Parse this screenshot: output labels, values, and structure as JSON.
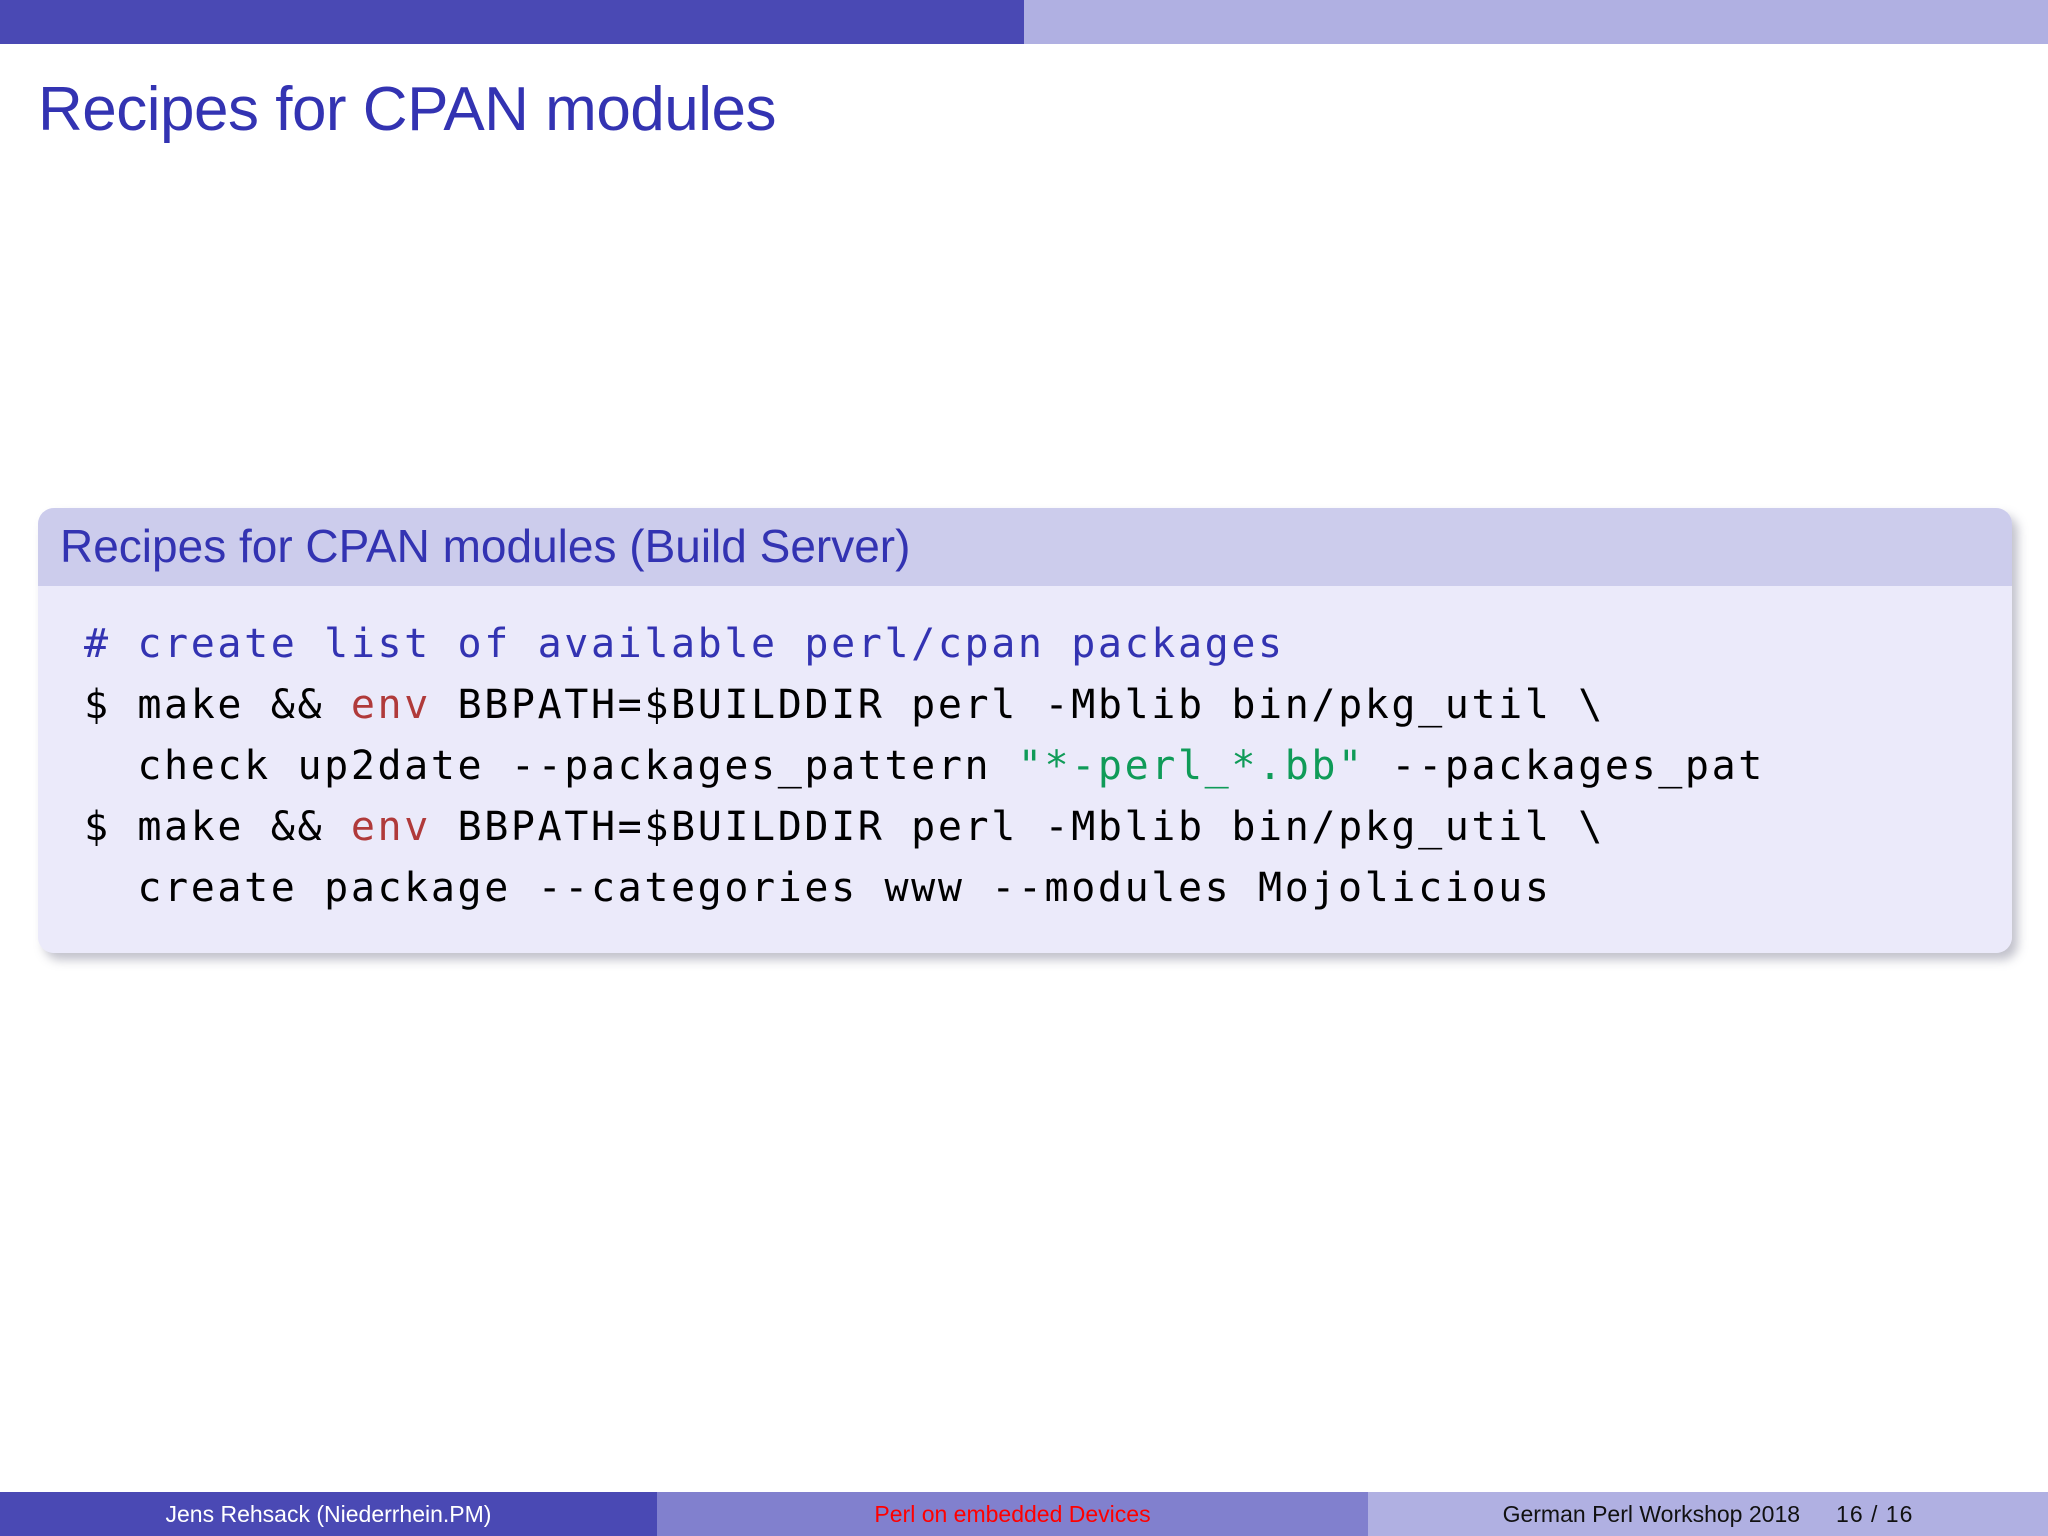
{
  "theme": {
    "accent_dark": "#4a49b4",
    "accent_light": "#b0b0e2",
    "accent_mid": "#8180ce",
    "title_color": "#3333b2",
    "block_bg": "#ebeafa",
    "block_title_bg": "#ccccec",
    "comment_color": "#3333b2",
    "keyword_color": "#b03a3a",
    "string_color": "#0f9b58",
    "subject_color": "#ff0000"
  },
  "slide": {
    "title": "Recipes for CPAN modules"
  },
  "block": {
    "title": "Recipes for CPAN modules (Build Server)",
    "code_lines": [
      {
        "id": "line-1-comment",
        "segments": [
          {
            "text": "# create list of available perl/cpan packages",
            "style": "cmt"
          }
        ]
      },
      {
        "id": "line-2-make-check",
        "segments": [
          {
            "text": "$ make && ",
            "style": "plain"
          },
          {
            "text": "env",
            "style": "kw"
          },
          {
            "text": " BBPATH=$BUILDDIR perl -Mblib bin/pkg_util \\",
            "style": "plain"
          }
        ]
      },
      {
        "id": "line-3-check-continuation",
        "segments": [
          {
            "text": "  check up2date --packages_pattern ",
            "style": "plain"
          },
          {
            "text": "\"*-perl_*.bb\"",
            "style": "str"
          },
          {
            "text": " --packages_pat",
            "style": "plain"
          }
        ]
      },
      {
        "id": "line-4-make-create",
        "segments": [
          {
            "text": "$ make && ",
            "style": "plain"
          },
          {
            "text": "env",
            "style": "kw"
          },
          {
            "text": " BBPATH=$BUILDDIR perl -Mblib bin/pkg_util \\",
            "style": "plain"
          }
        ]
      },
      {
        "id": "line-5-create-continuation",
        "segments": [
          {
            "text": "  create package --categories www --modules Mojolicious",
            "style": "plain"
          }
        ]
      }
    ]
  },
  "footer": {
    "author": "Jens Rehsack  (Niederrhein.PM)",
    "subject": "Perl on embedded Devices",
    "event": "German Perl Workshop 2018",
    "pages": "16 / 16"
  }
}
